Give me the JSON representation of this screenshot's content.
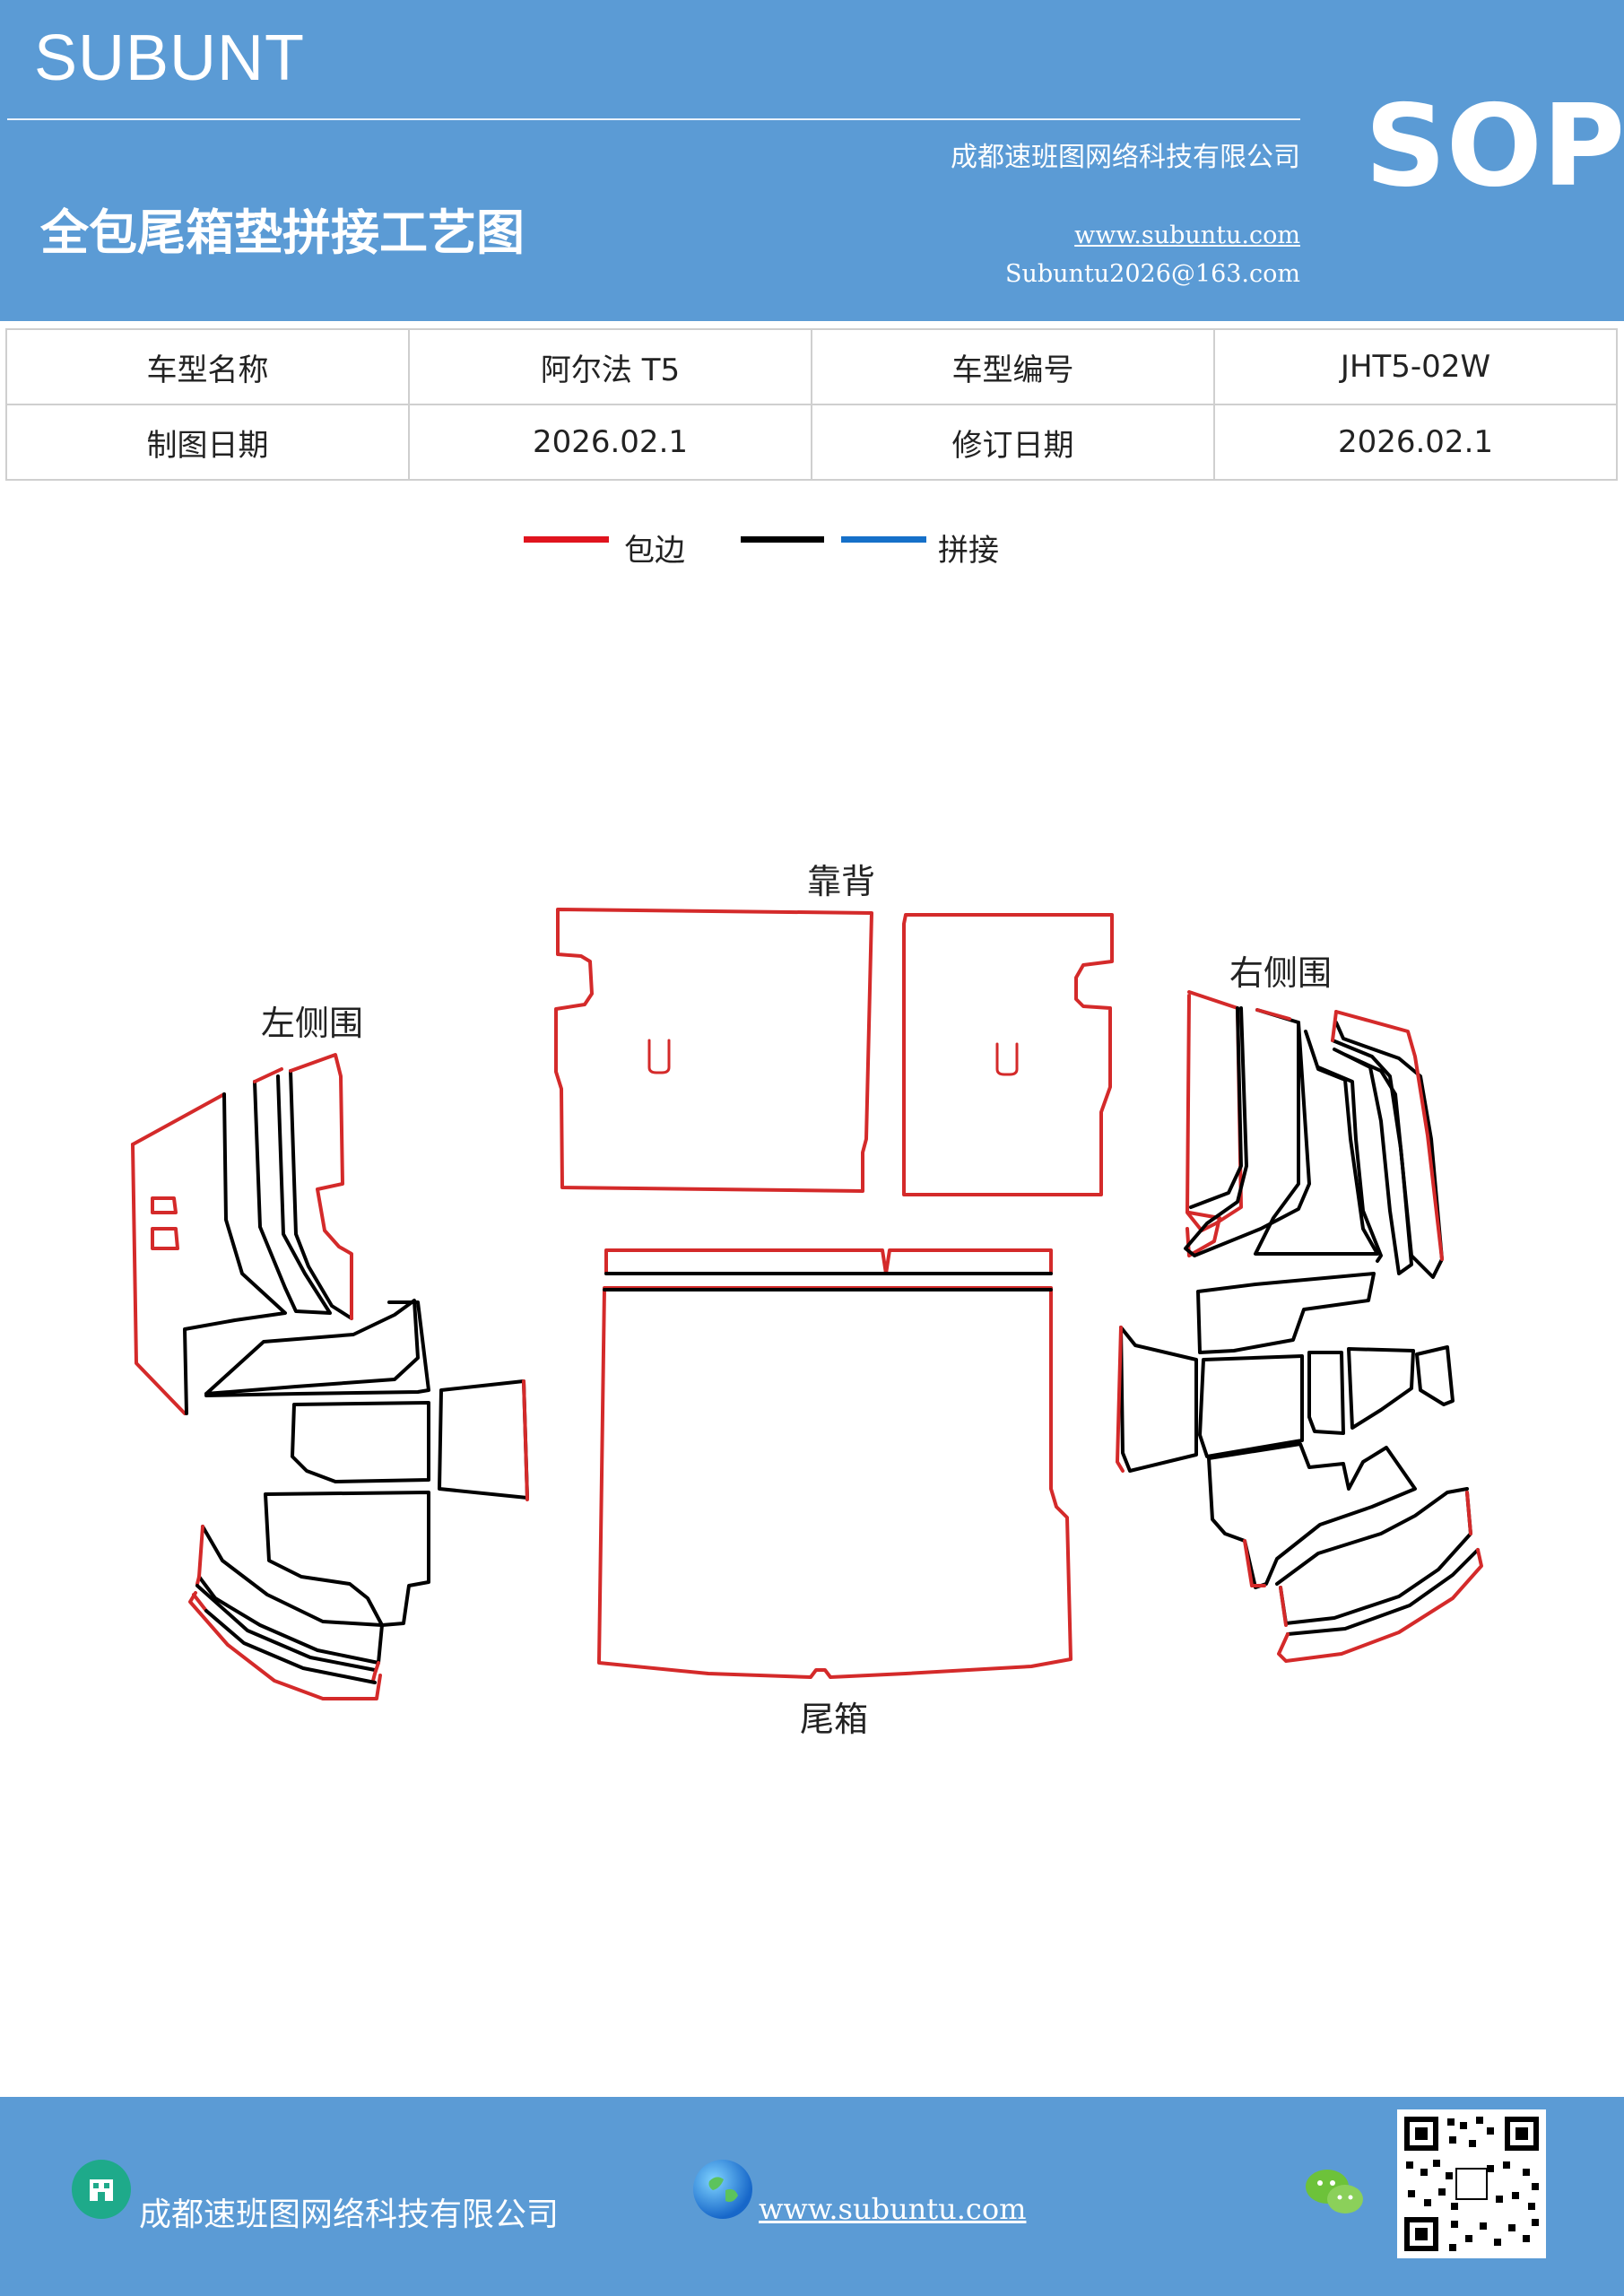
{
  "header": {
    "brand": "SUBUNT",
    "company": "成都速班图网络科技有限公司",
    "title": "全包尾箱垫拼接工艺图",
    "website": "www.subuntu.com",
    "email": "Subuntu2026@163.com",
    "badge": "SOP",
    "color": "#5b9bd5"
  },
  "info": {
    "row1": [
      "车型名称",
      "阿尔法 T5",
      "车型编号",
      "JHT5-02W"
    ],
    "row2": [
      "制图日期",
      "2026.02.1",
      "修订日期",
      "2026.02.1"
    ]
  },
  "legend": {
    "edge_label": "包边",
    "seam_label": "拼接",
    "edge_color": "#e0141e",
    "black_color": "#000000",
    "blue_color": "#1570c9"
  },
  "diagram": {
    "backrest": "靠背",
    "left_side": "左侧围",
    "right_side": "右侧围",
    "trunk": "尾箱"
  },
  "footer": {
    "company": "成都速班图网络科技有限公司",
    "website": "www.subuntu.com"
  }
}
